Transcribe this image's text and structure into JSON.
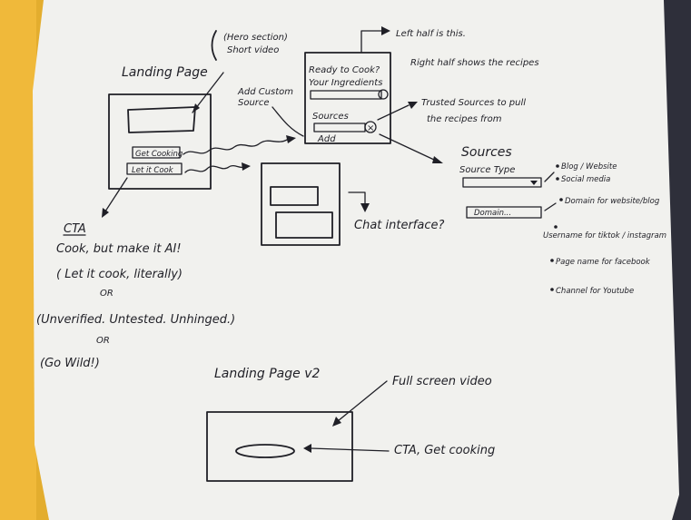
{
  "landing_v1": {
    "title": "Landing Page",
    "hero_note": "(Hero section)",
    "hero_note_2": "Short video",
    "button_get_cooking": "Get Cooking",
    "button_let_it_cook": "Let it Cook"
  },
  "cta": {
    "heading": "CTA",
    "line1": "Cook, but make it AI!",
    "line2": "( Let it cook, literally)",
    "or1": "OR",
    "line3": "(Unverified. Untested. Unhinged.)",
    "or2": "OR",
    "line4": "(Go Wild!)"
  },
  "recipe_panel": {
    "line1": "Ready to Cook?",
    "line2": "Your Ingredients",
    "sources_label": "Sources",
    "add_label": "Add",
    "add_custom_source_1": "Add Custom",
    "add_custom_source_2": "Source",
    "left_half_note": "Left half is this.",
    "right_half_note": "Right half shows the recipes",
    "trusted_note_1": "Trusted Sources to pull",
    "trusted_note_2": "the recipes from"
  },
  "chat": {
    "label": "Chat interface?"
  },
  "sources_form": {
    "title": "Sources",
    "source_type_label": "Source Type",
    "type_options": [
      "Blog / Website",
      "Social media"
    ],
    "domain_field": "Domain...",
    "domain_notes": [
      "Domain for website/blog",
      "Username for tiktok / instagram",
      "Page name for facebook",
      "Channel for Youtube"
    ]
  },
  "landing_v2": {
    "title": "Landing Page v2",
    "video_note": "Full screen video",
    "cta_note": "CTA, Get cooking"
  }
}
